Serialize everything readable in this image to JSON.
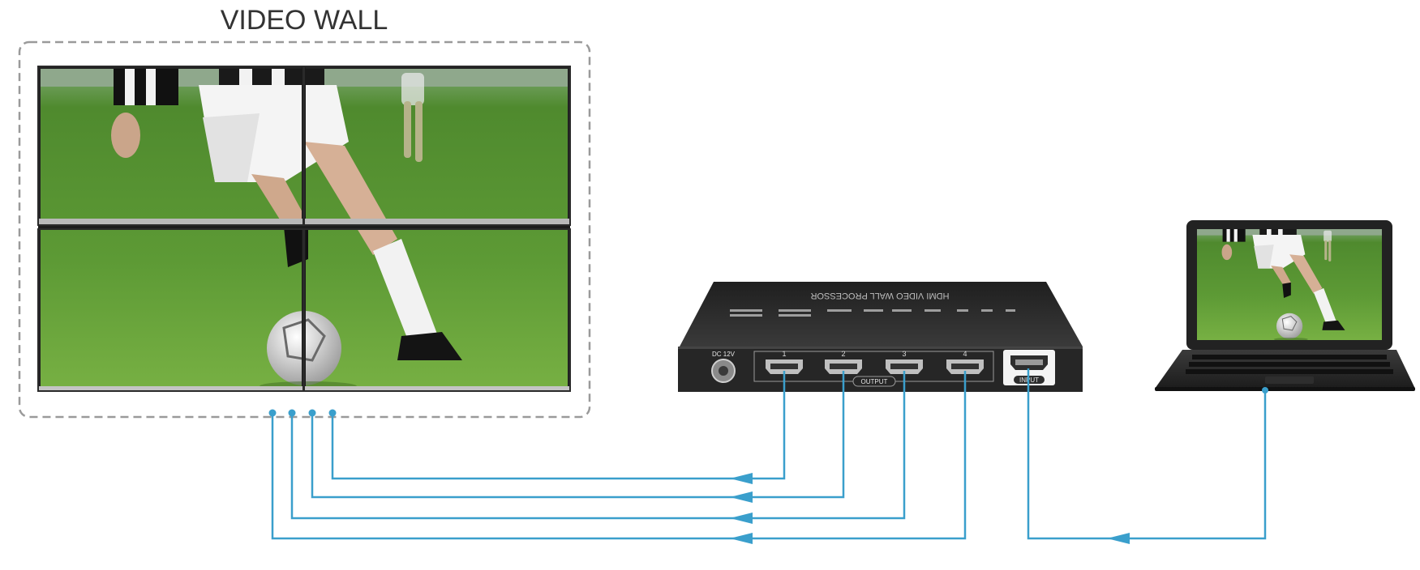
{
  "wall": {
    "title": "VIDEO WALL"
  },
  "processor": {
    "top_label": "HDMI VIDEO WALL PROCESSOR",
    "power_label": "DC 12V",
    "output_label": "OUTPUT",
    "input_label": "INPUT",
    "output_ports": [
      "1",
      "2",
      "3",
      "4"
    ]
  },
  "colors": {
    "cable": "#3a9fcc",
    "box": "#2b2b2b",
    "grass": "#4f8a2e",
    "dashed_frame": "#9a9a9a"
  },
  "icons": {
    "laptop": "laptop-icon",
    "hdmi_port": "hdmi-port-icon",
    "dc_jack": "power-jack-icon",
    "soccer_ball": "soccer-ball-icon"
  }
}
